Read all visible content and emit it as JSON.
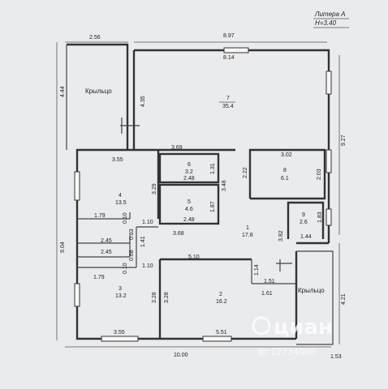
{
  "header": {
    "title": "Литера А",
    "height_label": "H=3.40"
  },
  "rooms": [
    {
      "id": "porch-top",
      "name": "Крыльцо"
    },
    {
      "id": "room-7-top",
      "num": "7",
      "area": "35.4"
    },
    {
      "id": "room-6",
      "num": "6",
      "area": "3.2"
    },
    {
      "id": "room-5",
      "num": "5",
      "area": "4.6"
    },
    {
      "id": "room-4",
      "num": "4",
      "area": "13.5"
    },
    {
      "id": "room-8",
      "num": "8",
      "area": "6.1"
    },
    {
      "id": "room-9",
      "num": "9",
      "area": "2.6"
    },
    {
      "id": "room-1",
      "num": "1",
      "area": "17.8"
    },
    {
      "id": "room-3",
      "num": "3",
      "area": "13.2"
    },
    {
      "id": "room-2",
      "num": "2",
      "area": "16.2"
    },
    {
      "id": "porch-right",
      "name": "Крыльцо"
    }
  ],
  "dimensions": {
    "porch_top_width": "2.56",
    "porch_top_height": "4.44",
    "porch_inner": "4.35",
    "top_outer": "8.97",
    "top_inner": "8.14",
    "right_outer_top": "9.27",
    "r7_bottom_1": "3.69",
    "r8_top": "3.02",
    "r8_left": "2.22",
    "r8_right": "2.03",
    "r4_top": "3.55",
    "r6_w": "2.48",
    "r6_h": "1.31",
    "r5_w": "2.48",
    "r5_h": "1.87",
    "r56_total": "3.48",
    "r4_h": "3.29",
    "r9_h": "1.83",
    "r9_w": "1.44",
    "r1_h": "3.82",
    "left_outer": "9.04",
    "corr_1": "1.79",
    "corr_2": "0.10",
    "corr_3": "1.10",
    "corr_4": "0.83",
    "hall_w": "3.68",
    "hall_sub": "1.41",
    "sub_a": "2.45",
    "sub_b": "2.45",
    "sub_c": "0.68",
    "sub_d": "0.10",
    "r2_top": "5.10",
    "r1_small": "1.14",
    "r1_b1": "1.51",
    "r1_b2": "1.61",
    "r3_top": "1.79",
    "r3_corr": "0.10",
    "r3_corr2": "1.10",
    "r3_h": "3.28",
    "r2_h": "3.28",
    "porch_right_h": "4.21",
    "bottom_left": "3.55",
    "bottom_mid": "5.51",
    "bottom_total": "10.00",
    "bottom_right": "1.53"
  },
  "watermark": {
    "brand": "циан",
    "id": "ID 12774008"
  }
}
